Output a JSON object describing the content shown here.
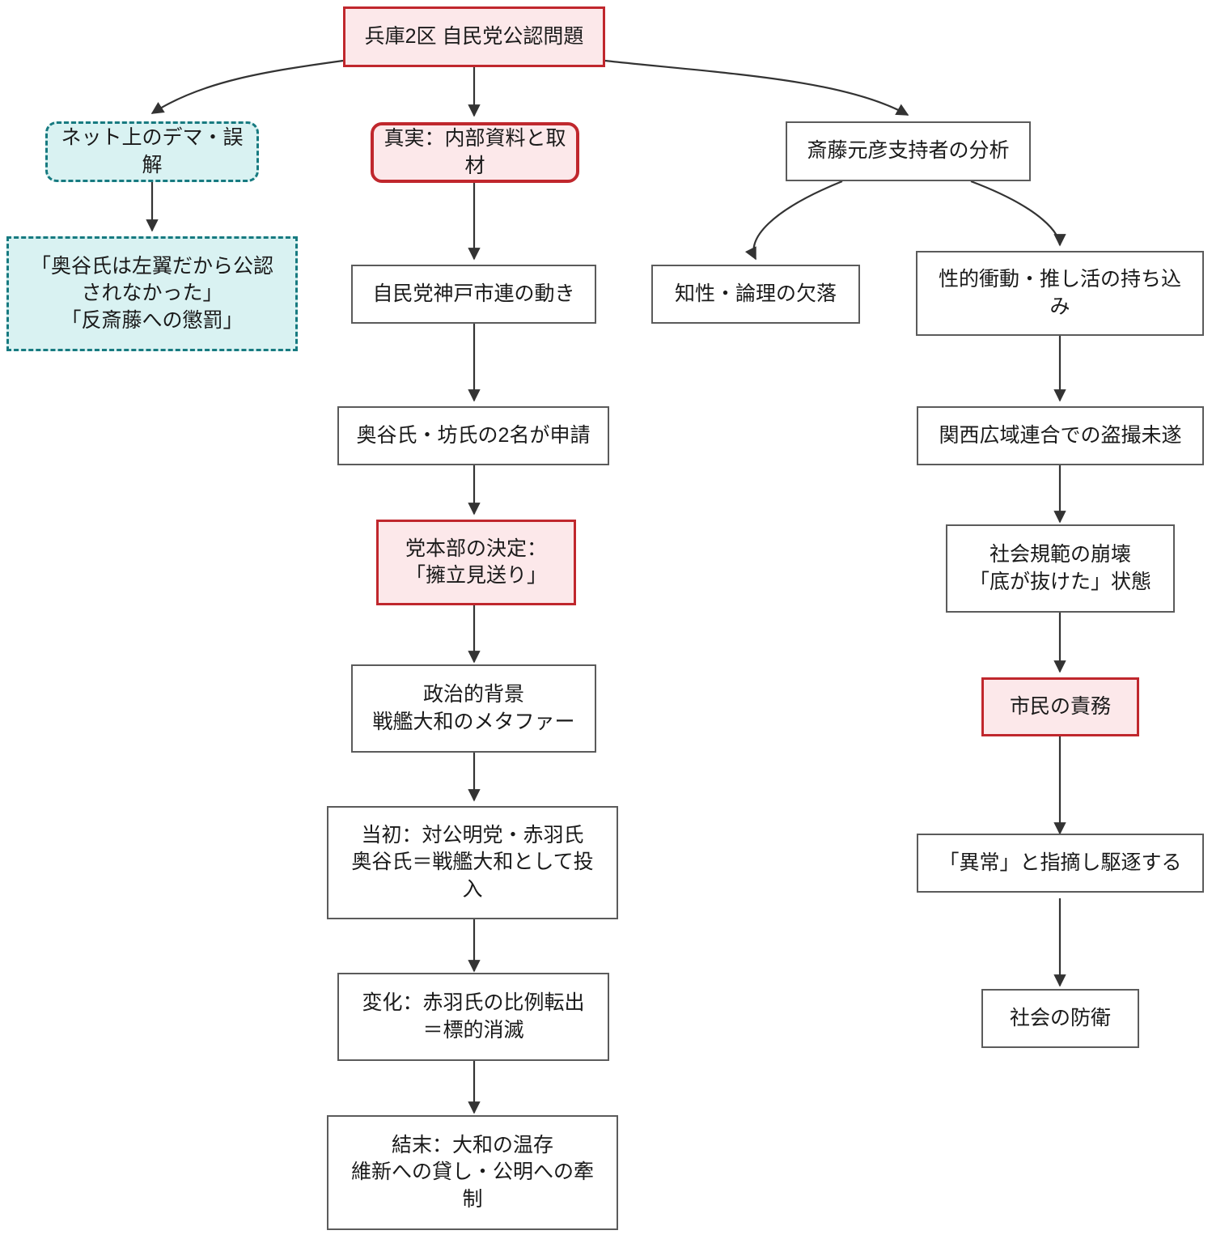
{
  "diagram": {
    "type": "flowchart",
    "title": "兵庫2区 自民党公認問題",
    "direction": "top-down",
    "colors": {
      "highlight_fill": "#fce8ea",
      "highlight_border": "#c0272d",
      "rumor_fill": "#d9f2f2",
      "rumor_border": "#177a80",
      "plain_fill": "#ffffff",
      "plain_border": "#5b5b5b",
      "edge": "#333333",
      "text": "#1a1a1a"
    }
  },
  "nodes": {
    "root": "兵庫2区 自民党公認問題",
    "rumor_head": "ネット上のデマ・誤解",
    "rumor_body": "「奥谷氏は左翼だから公認\nされなかった」\n「反斎藤への懲罰」",
    "truth_head": "真実：内部資料と取材",
    "kobe_shiren": "自民党神戸市連の動き",
    "two_applicants": "奥谷氏・坊氏の2名が申請",
    "hq_decision": "党本部の決定：\n「擁立見送り」",
    "political_bg": "政治的背景\n戦艦大和のメタファー",
    "initial_plan": "当初：対公明党・赤羽氏\n奥谷氏＝戦艦大和として投\n入",
    "change": "変化：赤羽氏の比例転出\n＝標的消滅",
    "ending": "結末：大和の温存\n維新への貸し・公明への牽\n制",
    "saito_analysis": "斎藤元彦支持者の分析",
    "lack_logic": "知性・論理の欠落",
    "sexual_impulse": "性的衝動・推し活の持ち込\nみ",
    "kansai_voyeur": "関西広域連合での盗撮未遂",
    "norm_collapse": "社会規範の崩壊\n「底が抜けた」状態",
    "citizen_duty": "市民の責務",
    "point_out": "「異常」と指摘し駆逐する",
    "social_defense": "社会の防衛"
  }
}
